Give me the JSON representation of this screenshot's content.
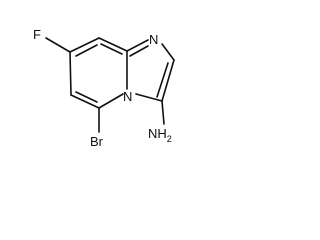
{
  "molecule": {
    "atoms": {
      "fluorine": "F",
      "bromine": "Br",
      "amine": "NH",
      "amine_subscript": "2",
      "ring_n_top": "N",
      "ring_n_bridge": "N"
    }
  }
}
